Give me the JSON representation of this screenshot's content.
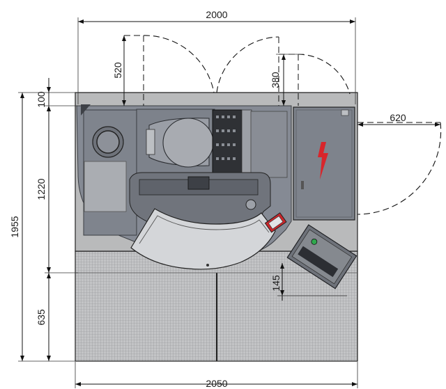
{
  "drawing": {
    "dimensions": {
      "top_width": "2000",
      "bottom_width": "2050",
      "left_total": "1955",
      "left_top_strip": "100",
      "left_machine": "1220",
      "left_floor": "635",
      "door_left_swing": "520",
      "door_mid_swing": "380",
      "door_right_swing": "620",
      "panel_offset": "145"
    },
    "colors": {
      "machine_body": "#858a94",
      "machine_dark": "#5d6169",
      "floor_grid": "#bfc0c2",
      "cabinet": "#7e838c",
      "hazard": "#d8252b",
      "floor_plate": "#a9aaab"
    },
    "icons": {
      "hazard_symbol": "high-voltage-icon"
    }
  }
}
